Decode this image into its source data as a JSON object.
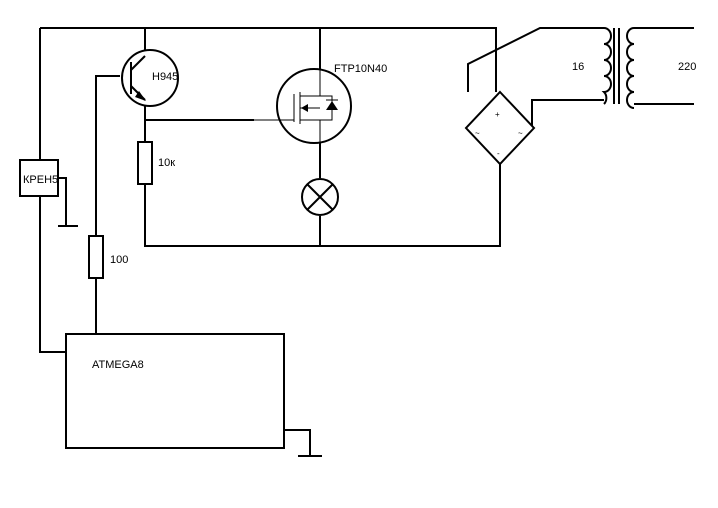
{
  "components": {
    "regulator": {
      "label": "КРЕН5"
    },
    "transistor": {
      "label": "H945"
    },
    "mosfet": {
      "label": "FTP10N40"
    },
    "resistor_base": {
      "label": "10к"
    },
    "resistor_mcu": {
      "label": "100"
    },
    "microcontroller": {
      "label": "ATMEGA8"
    },
    "transformer": {
      "secondary_label": "16",
      "primary_label": "220"
    },
    "bridge": {
      "plus": "+",
      "minus": "-",
      "ac_left": "~",
      "ac_right": "~"
    }
  }
}
